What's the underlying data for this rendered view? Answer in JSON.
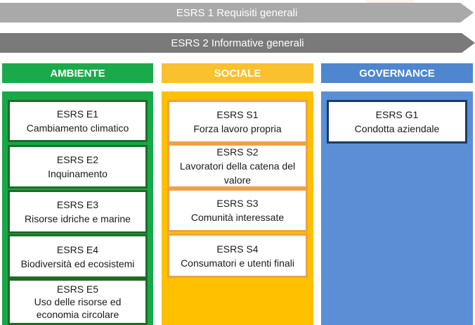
{
  "banners": {
    "esrs1": "ESRS 1 Requisiti generali",
    "esrs2": "ESRS 2 Informative generali"
  },
  "pillars": {
    "environment": {
      "title": "AMBIENTE",
      "color": "#1aaa4b",
      "body_color": "#17a84a",
      "cards": [
        {
          "code": "ESRS E1",
          "text": "Cambiamento climatico"
        },
        {
          "code": "ESRS E2",
          "text": "Inquinamento"
        },
        {
          "code": "ESRS E3",
          "text": "Risorse idriche e marine"
        },
        {
          "code": "ESRS E4",
          "text": "Biodiversità ed ecosistemi"
        },
        {
          "code": "ESRS E5",
          "text": "Uso delle risorse ed economia circolare"
        }
      ]
    },
    "social": {
      "title": "SOCIALE",
      "color": "#fbc02d",
      "body_color": "#ffc000",
      "cards": [
        {
          "code": "ESRS S1",
          "text": "Forza lavoro propria"
        },
        {
          "code": "ESRS S2",
          "text": "Lavoratori della catena del valore"
        },
        {
          "code": "ESRS S3",
          "text": "Comunità interessate"
        },
        {
          "code": "ESRS S4",
          "text": "Consumatori e utenti finali"
        }
      ]
    },
    "governance": {
      "title": "GOVERNANCE",
      "color": "#4f86cf",
      "body_color": "#5a8fd6",
      "cards": [
        {
          "code": "ESRS G1",
          "text": "Condotta aziendale"
        }
      ]
    }
  }
}
